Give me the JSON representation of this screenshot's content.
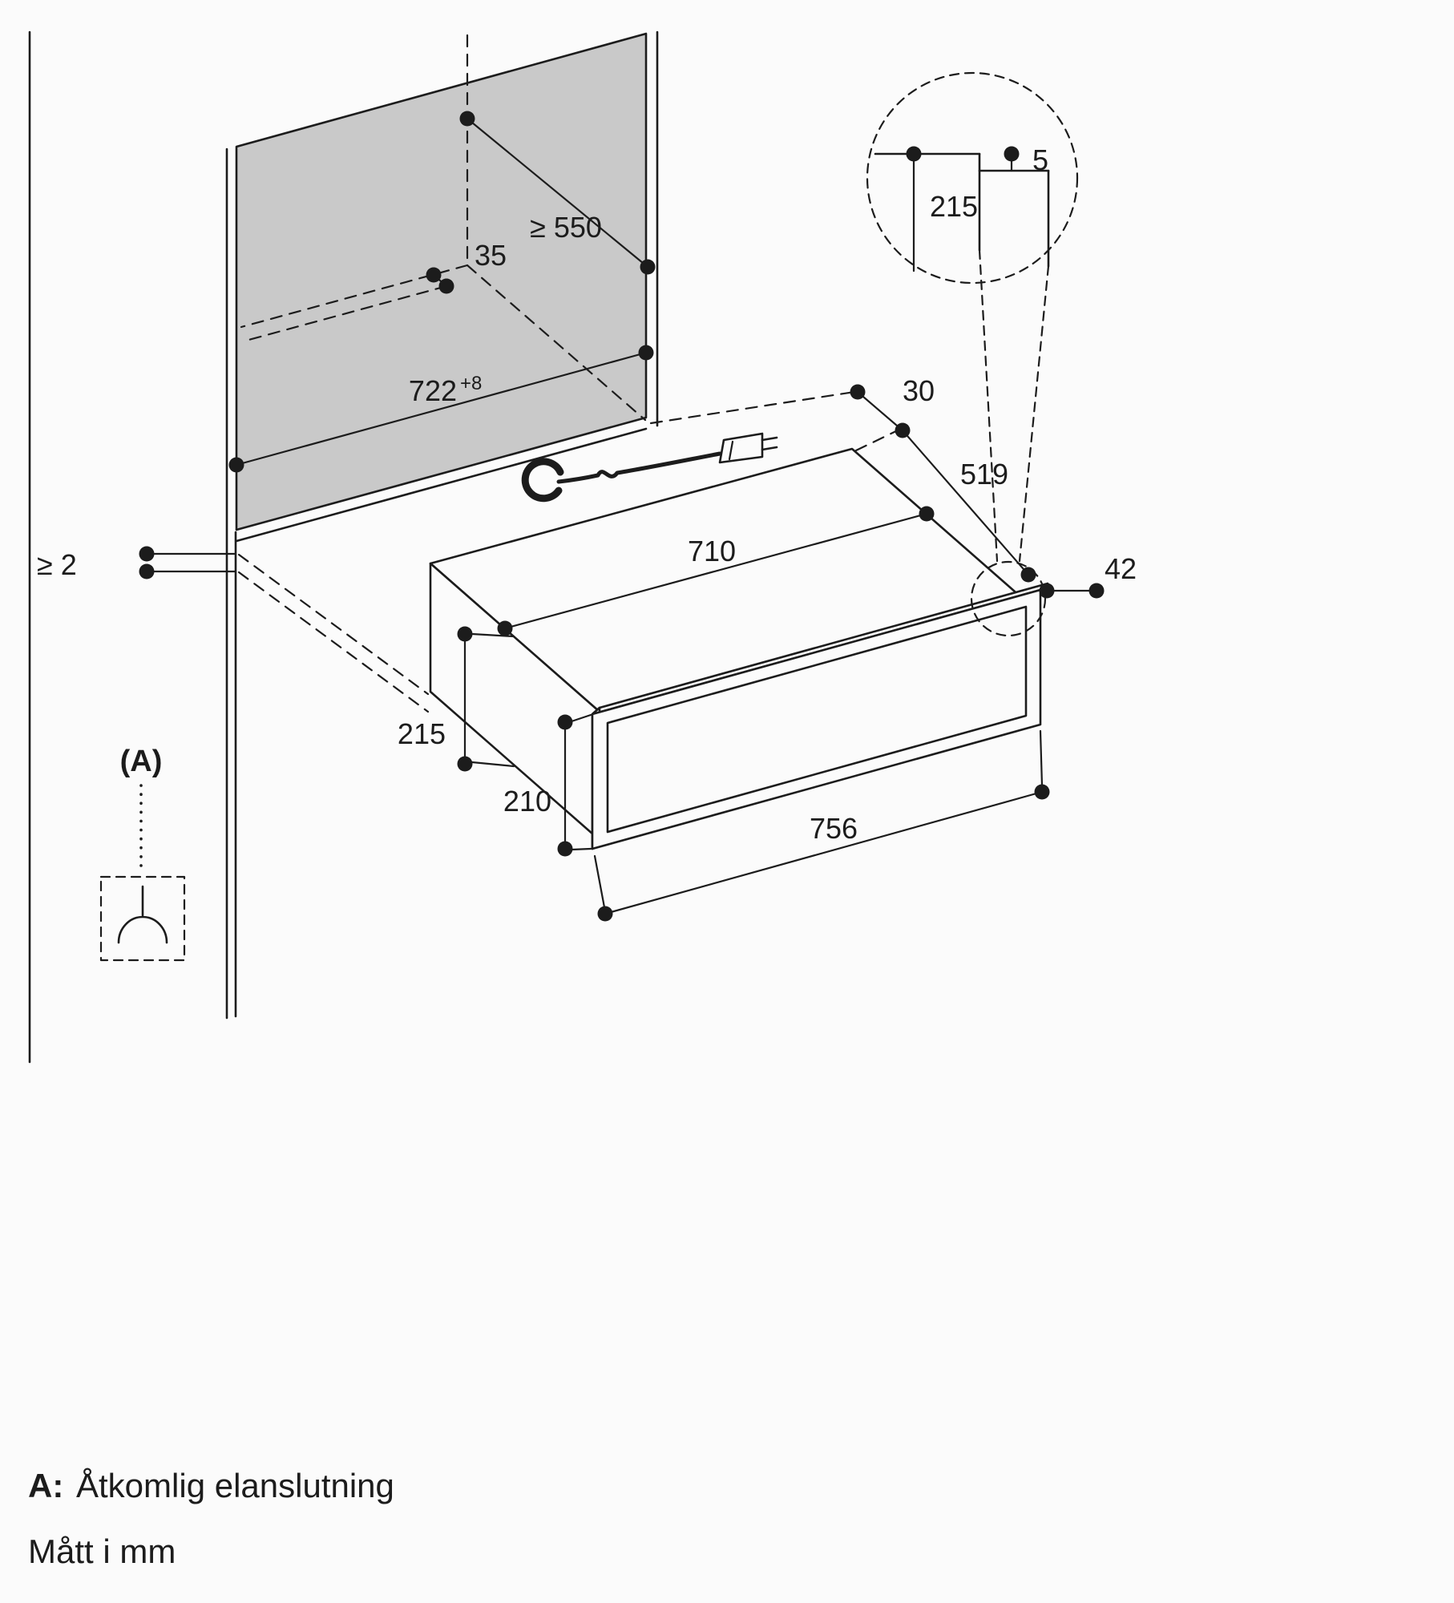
{
  "dimensions": {
    "niche_depth": "≥ 550",
    "outlet_offset": "35",
    "niche_width": "722",
    "niche_width_tolerance": "+8",
    "side_gap": "≥ 2",
    "rear_clearance": "30",
    "appliance_depth": "519",
    "appliance_width": "710",
    "front_overhang": "42",
    "appliance_height": "215",
    "front_panel_height": "210",
    "front_panel_width": "756",
    "detail_gap": "5",
    "detail_height": "215"
  },
  "callouts": {
    "a_marker": "(A)"
  },
  "footer": {
    "note_a_label": "A:",
    "note_a_text": "Åtkomlig elanslutning",
    "units_note": "Mått i mm"
  },
  "colors": {
    "line": "#1c1c1c",
    "panel_fill": "#c9c9c9",
    "background": "#fbfbfb"
  }
}
